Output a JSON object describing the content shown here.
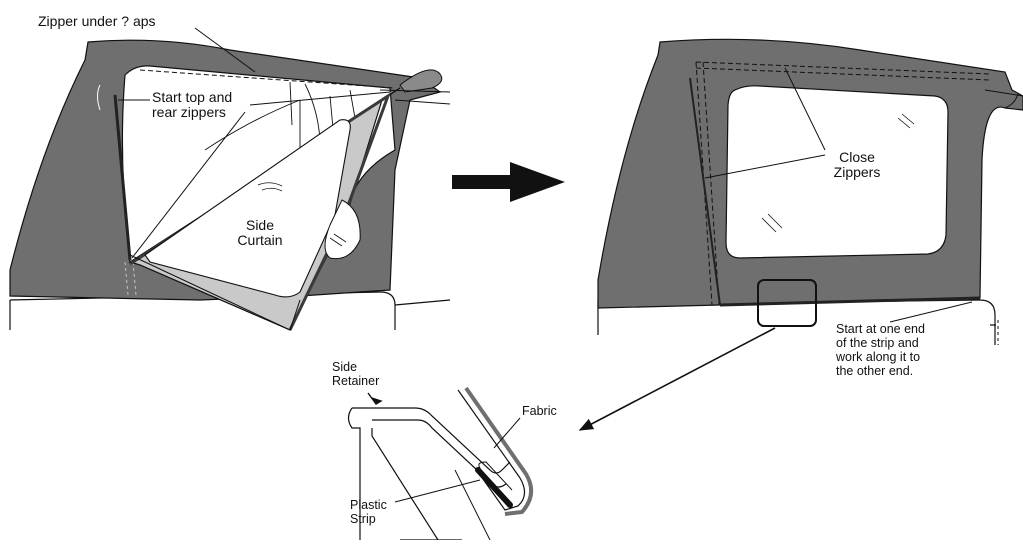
{
  "labels": {
    "zipper_flaps": "Zipper under ? aps",
    "start_zippers": "Start top and\nrear zippers",
    "side_curtain": "Side\nCurtain",
    "close_zippers": "Close\nZippers",
    "start_strip": "Start at one end\nof the strip and\nwork along it to\nthe other end.",
    "side_retainer": "Side\nRetainer",
    "fabric": "Fabric",
    "plastic_strip": "Plastic\nStrip"
  },
  "colors": {
    "fabric": "#6f6f6f",
    "curtain_edge": "#c9c9c9",
    "seal": "#3a3a3a",
    "line": "#111111"
  },
  "icons": {
    "direction": "right-arrow-icon"
  }
}
